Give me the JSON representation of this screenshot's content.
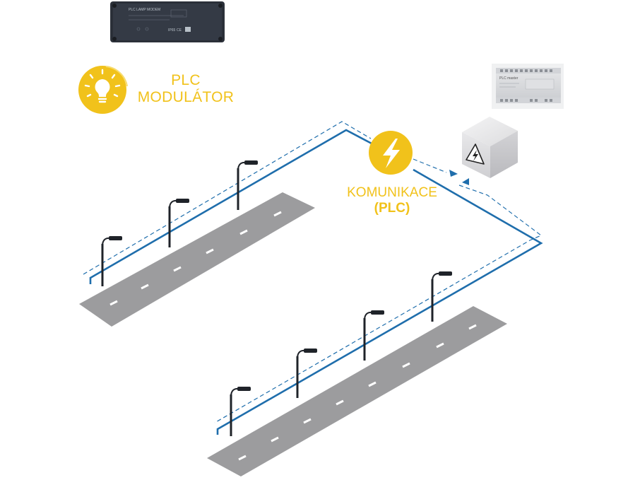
{
  "labels": {
    "plc_line1": "PLC",
    "plc_line2": "MODULÁTOR",
    "comm_line1": "KOMUNIKACE",
    "comm_line2": "(PLC)"
  },
  "device_text": {
    "modulator_header": "PLC LAMP MODEM",
    "modulator_rating": "IP65",
    "modulator_marks": "CE",
    "controller_header": "PLC master"
  },
  "icons": {
    "modulator_badge": "lightbulb-icon",
    "communication_badge": "lightning-bolt-icon",
    "cabinet_warning": "high-voltage-warning-icon"
  },
  "colors": {
    "accent_yellow": "#f1c21b",
    "cable_blue": "#1f6eac",
    "road_gray": "#9c9c9e",
    "lane_white": "#ffffff",
    "pole_dark": "#1f2329"
  },
  "roads": [
    {
      "name": "road-top",
      "lamps": 3
    },
    {
      "name": "road-bottom",
      "lamps": 4
    }
  ]
}
